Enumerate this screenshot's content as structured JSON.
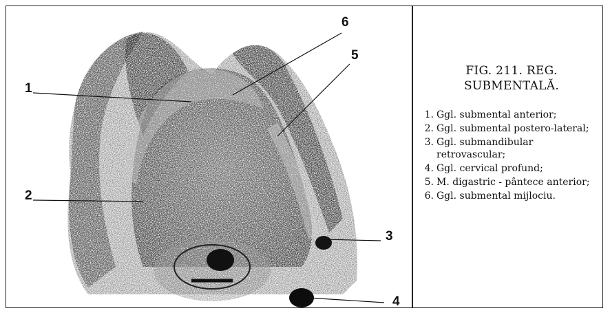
{
  "figure": {
    "callouts": [
      "1",
      "2",
      "3",
      "4",
      "5",
      "6"
    ]
  },
  "caption": {
    "title_line1": "FIG. 211. REG.",
    "title_line2": "SUBMENTALĂ.",
    "items": [
      {
        "num": "1.",
        "text": "Ggl. submental anterior;"
      },
      {
        "num": "2.",
        "text": "Ggl. submental postero-lateral;"
      },
      {
        "num": "3.",
        "text": "Ggl. submandibular retrovascular;"
      },
      {
        "num": "4.",
        "text": "Ggl. cervical profund;"
      },
      {
        "num": "5.",
        "text": "M. digastric - pântece anterior;"
      },
      {
        "num": "6.",
        "text": "Ggl. submental mijlociu."
      }
    ]
  }
}
